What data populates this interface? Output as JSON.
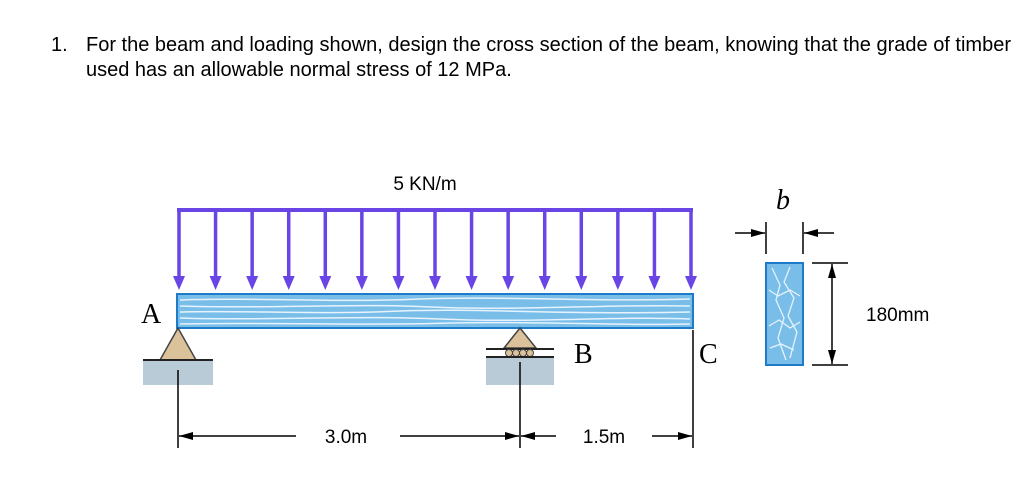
{
  "problem": {
    "number": "1.",
    "text": "For the beam and loading shown, design the cross section of the beam, knowing that the grade of timber used has an allowable normal stress of 12 MPa."
  },
  "diagram": {
    "load_label": "5 KN/m",
    "point_a": "A",
    "point_b": "B",
    "point_c": "C",
    "dim_ab": "3.0m",
    "dim_bc": "1.5m",
    "width_label": "b",
    "height_label": "180mm"
  },
  "colors": {
    "load_arrows": "#6a45e6",
    "beam_fill": "#79bde9",
    "beam_edge": "#1e7bc9",
    "support_fill": "#dcc29a",
    "ground_fill": "#b9cbd6"
  },
  "icons": [
    "pin-support-icon",
    "roller-support-icon"
  ]
}
